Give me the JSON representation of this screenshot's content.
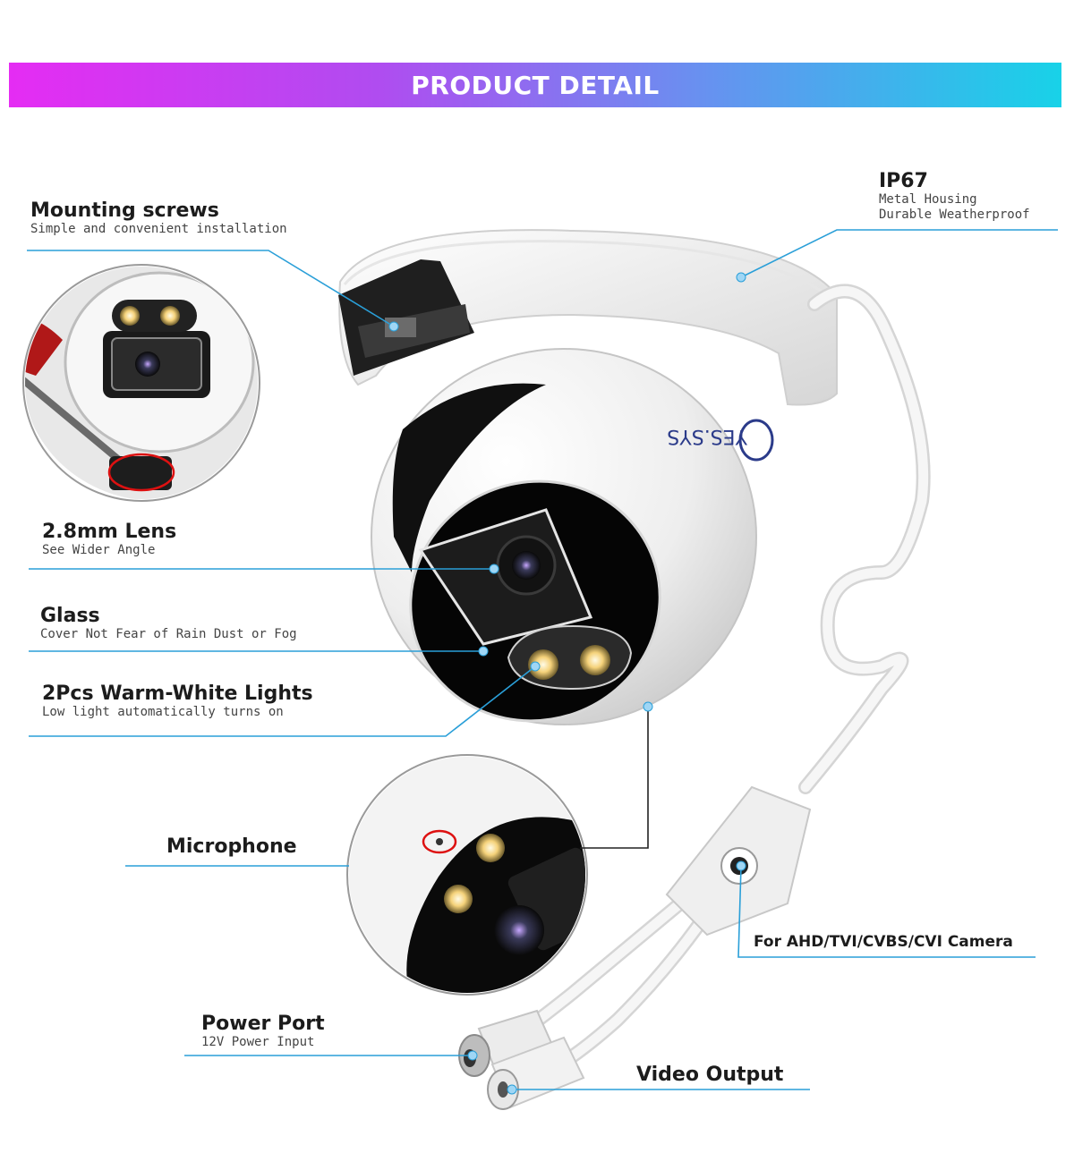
{
  "header": {
    "title": "PRODUCT DETAIL"
  },
  "brand": {
    "logo_text": "YES.SYS"
  },
  "callouts": {
    "mounting": {
      "title": "Mounting screws",
      "sub": "Simple and convenient installation"
    },
    "ip67": {
      "title": "IP67",
      "sub1": "Metal Housing",
      "sub2": "Durable Weatherproof"
    },
    "lens": {
      "title": "2.8mm Lens",
      "sub": "See Wider Angle"
    },
    "glass": {
      "title": "Glass",
      "sub": "Cover Not Fear of Rain Dust or Fog"
    },
    "lights": {
      "title": "2Pcs Warm-White Lights",
      "sub": "Low light automatically turns on"
    },
    "microphone": {
      "title": "Microphone"
    },
    "camera_type": {
      "title": "For AHD/TVI/CVBS/CVI Camera"
    },
    "power": {
      "title": "Power Port",
      "sub": "12V Power Input"
    },
    "video": {
      "title": "Video Output"
    }
  },
  "colors": {
    "accent_line": "#2a9fd8",
    "banner_start": "#e52cf3",
    "banner_end": "#18d2e8"
  }
}
